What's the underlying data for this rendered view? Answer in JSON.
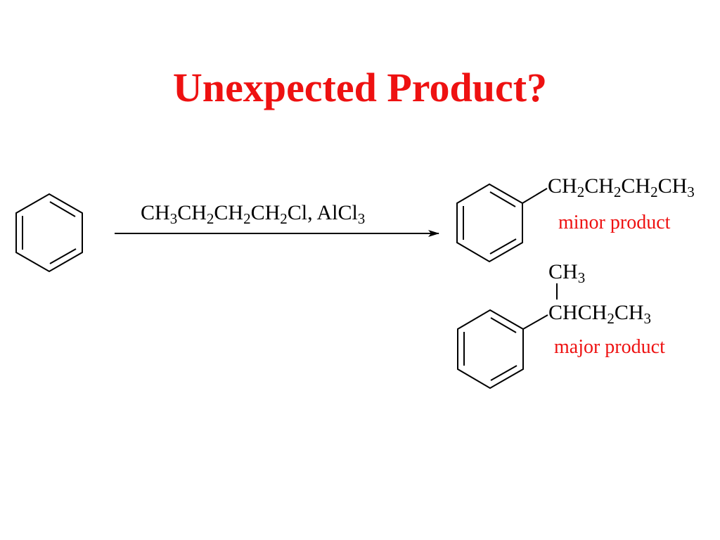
{
  "slide": {
    "title": "Unexpected Product?"
  },
  "reaction": {
    "reagent": [
      {
        "t": "CH"
      },
      {
        "s": "3"
      },
      {
        "t": "CH"
      },
      {
        "s": "2"
      },
      {
        "t": "CH"
      },
      {
        "s": "2"
      },
      {
        "t": "CH"
      },
      {
        "s": "2"
      },
      {
        "t": "Cl, AlCl"
      },
      {
        "s": "3"
      }
    ]
  },
  "products": {
    "minor": {
      "chain": [
        {
          "t": "CH"
        },
        {
          "s": "2"
        },
        {
          "t": "CH"
        },
        {
          "s": "2"
        },
        {
          "t": "CH"
        },
        {
          "s": "2"
        },
        {
          "t": "CH"
        },
        {
          "s": "3"
        }
      ],
      "label": "minor product"
    },
    "major": {
      "branch": [
        {
          "t": "CH"
        },
        {
          "s": "3"
        }
      ],
      "chain": [
        {
          "t": "CHCH"
        },
        {
          "s": "2"
        },
        {
          "t": "CH"
        },
        {
          "s": "3"
        }
      ],
      "label": "major product"
    }
  },
  "colors": {
    "title": "#ee1111",
    "label": "#ee1111",
    "structure": "#000000"
  }
}
